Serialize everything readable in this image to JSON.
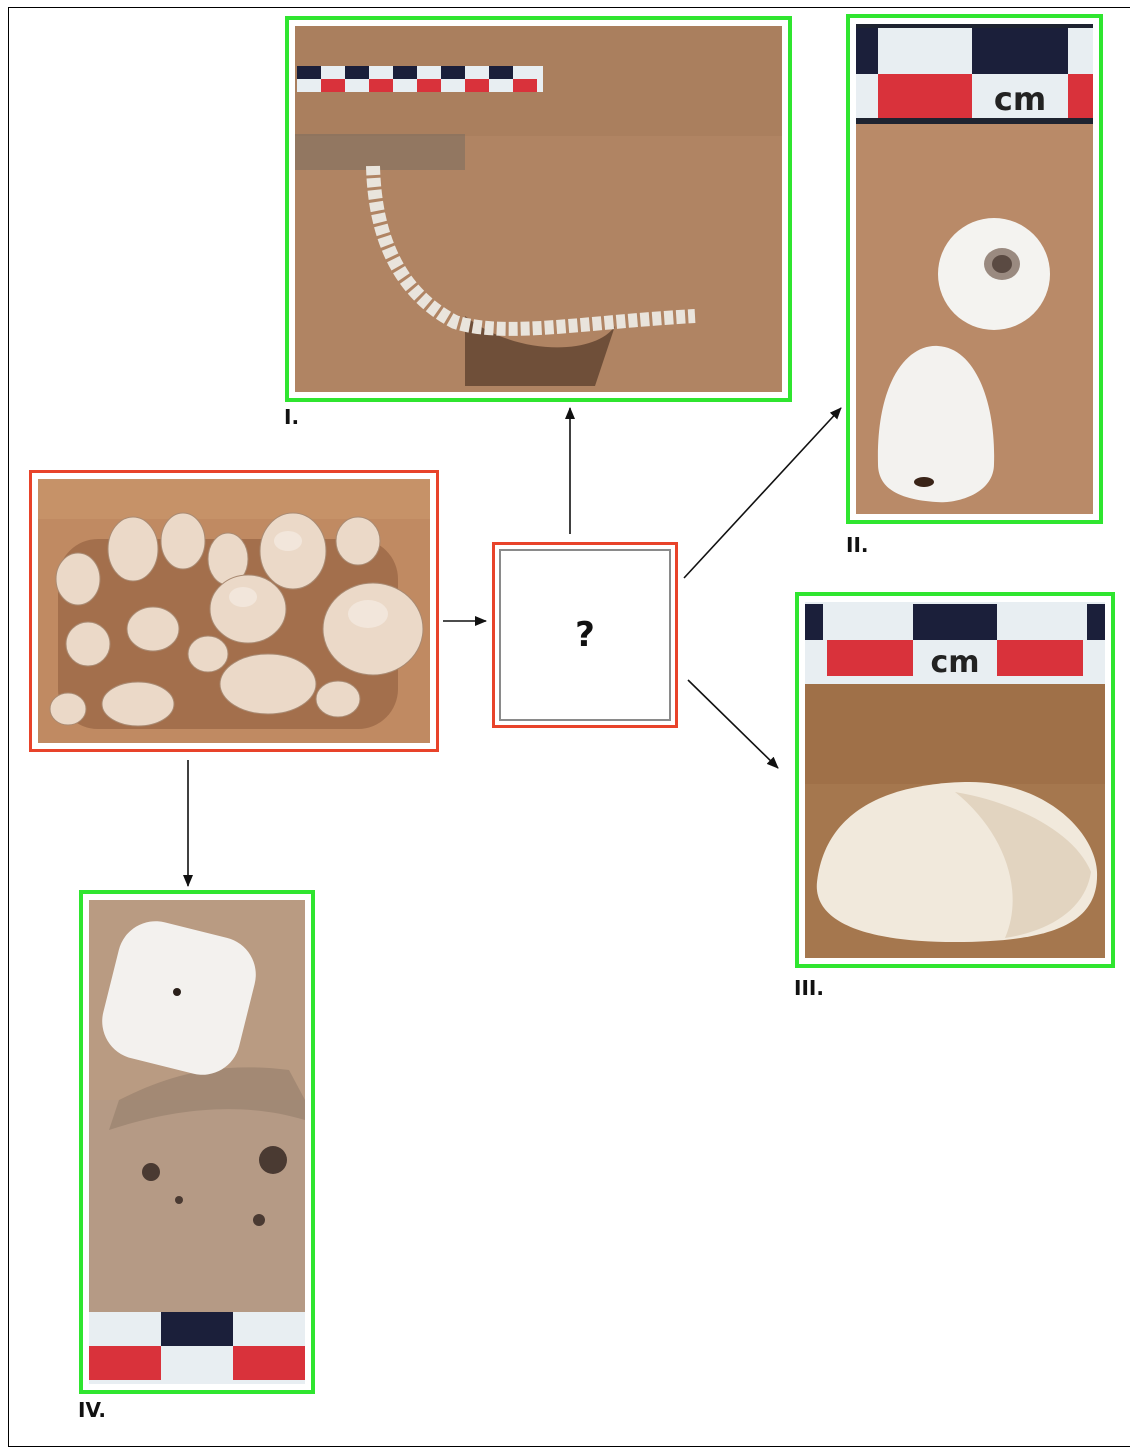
{
  "center_box": {
    "label": "?"
  },
  "panels": [
    {
      "id": "I",
      "caption": "I."
    },
    {
      "id": "II",
      "caption": "II.",
      "scale_unit": "cm"
    },
    {
      "id": "III",
      "caption": "III.",
      "scale_unit": "cm"
    },
    {
      "id": "IV",
      "caption": "IV."
    }
  ],
  "colors": {
    "result_border": "#2fe52f",
    "source_border": "#e8432a",
    "sand": "#b48a66",
    "quartz": "#f2f0ec",
    "scale_red": "#d9323b",
    "scale_dark": "#1b1f3a",
    "scale_light": "#e8eef2"
  }
}
